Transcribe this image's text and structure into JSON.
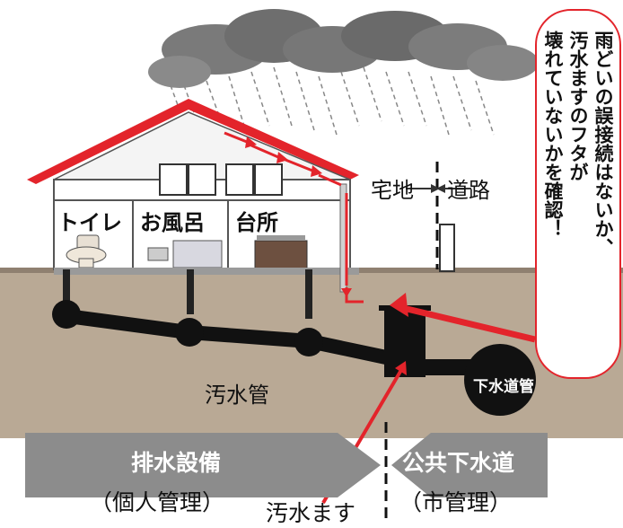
{
  "rooms": {
    "toilet": "トイレ",
    "bath": "お風呂",
    "kitchen": "台所"
  },
  "property_boundary": {
    "residential": "宅地",
    "road": "道路"
  },
  "callout": {
    "lines": [
      "雨どいの誤接続はないか、",
      "汚水ますのフタが",
      "壊れていないかを確認！"
    ]
  },
  "labels": {
    "sewage_pipe": "汚水管",
    "sewer_main": "下水道管",
    "sewage_basin": "汚水ます"
  },
  "bands": {
    "drainage_facility": "排水設備",
    "public_sewer": "公共下水道",
    "private_management": "（個人管理）",
    "city_management": "（市管理）"
  },
  "colors": {
    "accent_red": "#e3242b",
    "band_gray": "#8c8c8c",
    "soil": "#b9a995",
    "roof": "#e3242b"
  }
}
